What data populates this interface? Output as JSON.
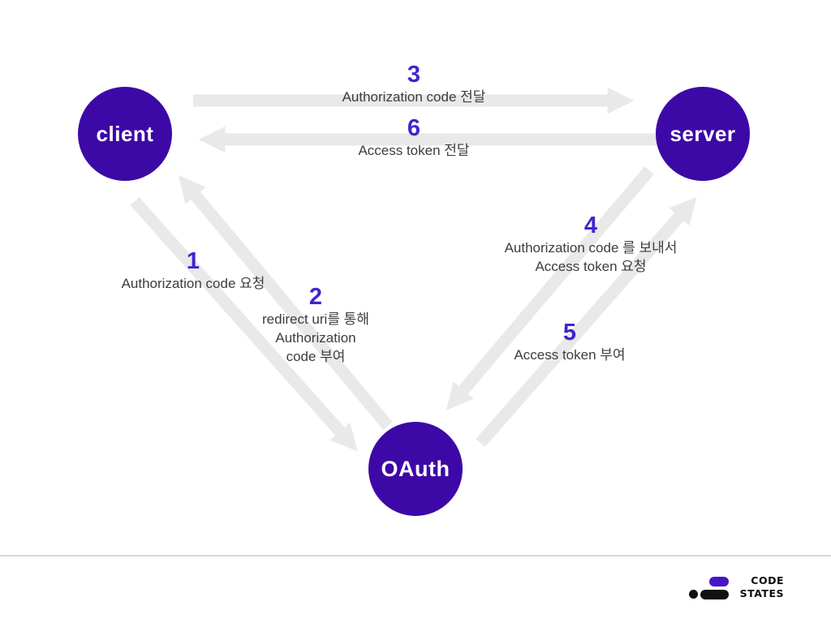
{
  "nodes": [
    {
      "id": "client",
      "label": "client"
    },
    {
      "id": "server",
      "label": "server"
    },
    {
      "id": "oauth",
      "label": "OAuth"
    }
  ],
  "steps": [
    {
      "number": "1",
      "from": "client",
      "to": "oauth",
      "lines": [
        "Authorization code 요청"
      ]
    },
    {
      "number": "2",
      "from": "oauth",
      "to": "client",
      "lines": [
        "redirect uri를 통해",
        "Authorization",
        "code 부여"
      ]
    },
    {
      "number": "3",
      "from": "client",
      "to": "server",
      "lines": [
        "Authorization code 전달"
      ]
    },
    {
      "number": "4",
      "from": "server",
      "to": "oauth",
      "lines": [
        "Authorization code 를 보내서",
        "Access token 요청"
      ]
    },
    {
      "number": "5",
      "from": "oauth",
      "to": "server",
      "lines": [
        "Access token 부여"
      ]
    },
    {
      "number": "6",
      "from": "server",
      "to": "client",
      "lines": [
        "Access token 전달"
      ]
    }
  ],
  "footer": {
    "logo": {
      "line1": "CODE",
      "line2": "STATES"
    }
  },
  "colors": {
    "node_purple": "#3d09a6",
    "number_purple": "#4423ce",
    "label_gray": "#3d3d3d",
    "arrow_gray": "#e9e9e9",
    "divider_gray": "#d9d9d9",
    "logo_purple": "#4715c9",
    "logo_black": "#111111"
  }
}
